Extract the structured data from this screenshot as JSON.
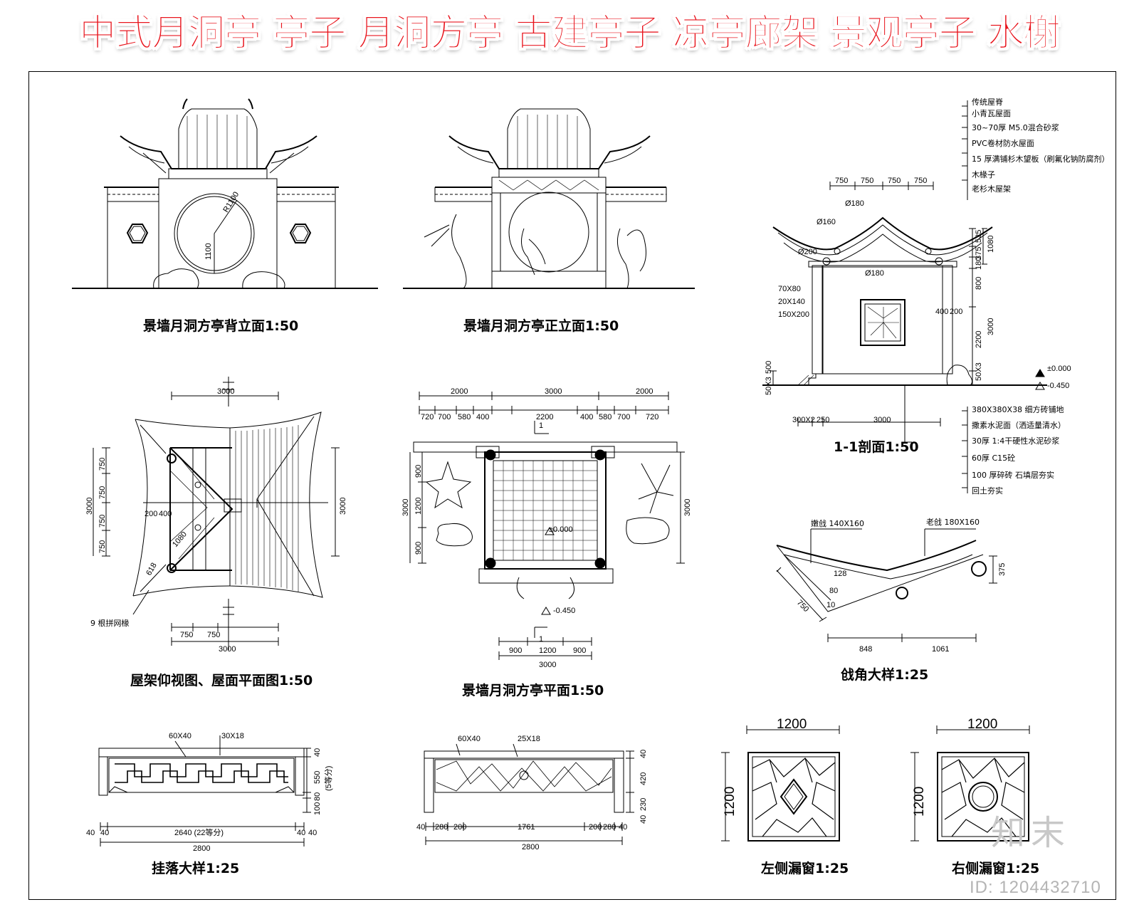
{
  "banner": {
    "title": "中式月洞亭 亭子 月洞方亭 古建亭子 凉亭廊架 景观亭子 水榭",
    "color": "#e8141c"
  },
  "captions": {
    "back_elevation": "景墙月洞方亭背立面1:50",
    "front_elevation": "景墙月洞方亭正立面1:50",
    "section": "1-1剖面1:50",
    "roof_plan": "屋架仰视图、屋面平面图1:50",
    "plan": "景墙月洞方亭平面1:50",
    "corner_detail": "戗角大样1:25",
    "hanging_detail": "挂落大样1:25",
    "left_window": "左侧漏窗1:25",
    "right_window": "右侧漏窗1:25"
  },
  "section_notes_top": [
    "传统屋脊",
    "小青瓦屋面",
    "30~70厚 M5.0混合砂浆",
    "PVC卷材防水屋面",
    "15 厚满铺杉木望板（刷氟化钠防腐剂）",
    "木椽子",
    "老杉木屋架"
  ],
  "section_notes_bottom": [
    "380X380X38 细方砖铺地",
    "撒素水泥面（洒适量清水）",
    "30厚 1:4干硬性水泥砂浆",
    "60厚 C15砼",
    "100 厚碎砖  石填层夯实",
    "回土夯实"
  ],
  "section_dims": {
    "top": [
      "750",
      "750",
      "750",
      "750"
    ],
    "dia1": "Ø180",
    "dia2": "Ø160",
    "dia3": "Ø200",
    "dia4": "Ø180",
    "beams": [
      "70X80",
      "20X140",
      "150X200"
    ],
    "right": [
      "525",
      "375",
      "1080",
      "180",
      "800",
      "3000",
      "2200",
      "500",
      "50X3"
    ],
    "mid": [
      "400",
      "200"
    ],
    "left": [
      "50X3",
      "500"
    ],
    "levels": [
      "±0.000",
      "-0.450"
    ],
    "bottom": [
      "300X2",
      "250",
      "3000"
    ]
  },
  "back_elev_dims": {
    "radius": "R1100",
    "height": "1100"
  },
  "roof_dims": {
    "top": "3000",
    "left": [
      "750",
      "750",
      "750",
      "750"
    ],
    "left_total": "3000",
    "right_total": "3000",
    "mid": [
      "200",
      "400",
      "1080",
      "618"
    ],
    "bottom": [
      "750",
      "750"
    ],
    "bottom_total": "3000",
    "note": "9 根拼网椽"
  },
  "plan_dims": {
    "top_total": [
      "2000",
      "3000",
      "2000"
    ],
    "top_seg": [
      "720",
      "700",
      "580",
      "400",
      "2200",
      "400",
      "580",
      "700",
      "720"
    ],
    "left": [
      "900",
      "1200",
      "900"
    ],
    "left_total": "3000",
    "right_total": "3000",
    "level_top": "±0.000",
    "level_bottom": "-0.450",
    "bottom": [
      "900",
      "1200",
      "900"
    ],
    "bottom_total": "3000",
    "cut": "1"
  },
  "corner_dims": {
    "a": "嫩戗 140X160",
    "b": "老戗 180X160",
    "c": "128",
    "d": "80",
    "e": "750",
    "f": "375",
    "g": "848",
    "h": "1061",
    "i": "10"
  },
  "hang_dims": {
    "a": [
      "60X40",
      "30X18"
    ],
    "right": [
      "40",
      "550",
      "(5等分)",
      "80",
      "100"
    ],
    "bottom": [
      "40",
      "40",
      "2640 (22等分)",
      "40",
      "40"
    ],
    "total": "2800"
  },
  "hang2_dims": {
    "a": [
      "60X40",
      "25X18"
    ],
    "right": [
      "40",
      "420",
      "230",
      "40"
    ],
    "bottom": [
      "40",
      "280",
      "200",
      "1761",
      "200",
      "280",
      "40"
    ],
    "total": "2800"
  },
  "window_dims": {
    "width": "1200",
    "height": "1200"
  },
  "watermark": {
    "logo": "知末",
    "id": "ID: 1204432710"
  }
}
